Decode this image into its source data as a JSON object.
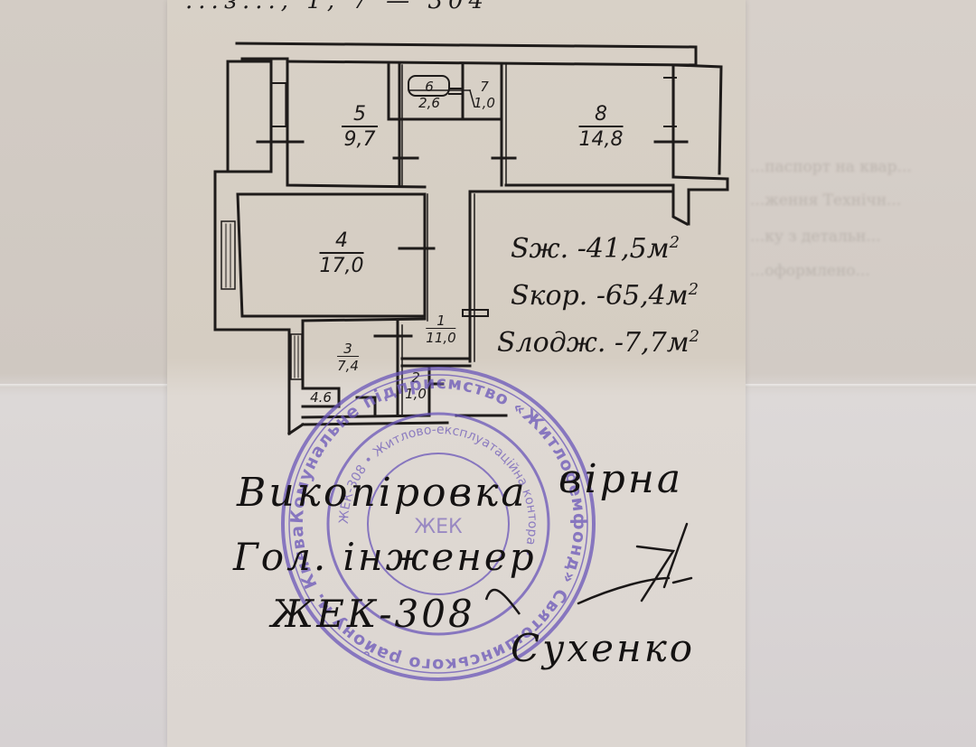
{
  "document": {
    "type": "apartment floor plan copy (викопіровка)",
    "top_fragment_text": "...з...,  1, 7  — 304",
    "background_faded_lines": [
      "...паспорт на квар...",
      "...ження Технічн...",
      "...ку з детальн...",
      "...оформлено..."
    ]
  },
  "plan": {
    "rooms": [
      {
        "number": "1",
        "area": "11,0"
      },
      {
        "number": "2",
        "area": "1,0"
      },
      {
        "number": "3",
        "area": "7,4"
      },
      {
        "number": "4",
        "area": "17,0"
      },
      {
        "number": "5",
        "area": "9,7"
      },
      {
        "number": "6",
        "area": "2,6"
      },
      {
        "number": "7",
        "area": "1,0"
      },
      {
        "number": "8",
        "area": "14,8"
      }
    ],
    "small_marking": "4.6"
  },
  "summary": {
    "living": {
      "label": "Sж.",
      "value": "-41,5",
      "unit": "м",
      "exp": "2"
    },
    "total": {
      "label": "Sкор.",
      "value": "-65,4",
      "unit": "м",
      "exp": "2"
    },
    "loggia": {
      "label": "Sлодж.",
      "value": "-7,7",
      "unit": "м",
      "exp": "2"
    }
  },
  "certification": {
    "line1_a": "Викопіровка",
    "line1_b": "вірна",
    "line2": "Гол. інженер",
    "line3": "ЖЕК-308",
    "signature_name": "Сухенко"
  },
  "stamp": {
    "color": "#6a55b8",
    "outer_text": "Комунальне підприємство «Житлоремфонд» Святошинського району м. Києва • Україна •",
    "inner_text": "ЖЕК-308 • Житлово-експлуатаційна контора •",
    "center_mark": "ЖЕК"
  },
  "colors": {
    "ink": "#1e1b1a",
    "paper": "#d8d1c7",
    "stamp": "#6a55b8"
  }
}
